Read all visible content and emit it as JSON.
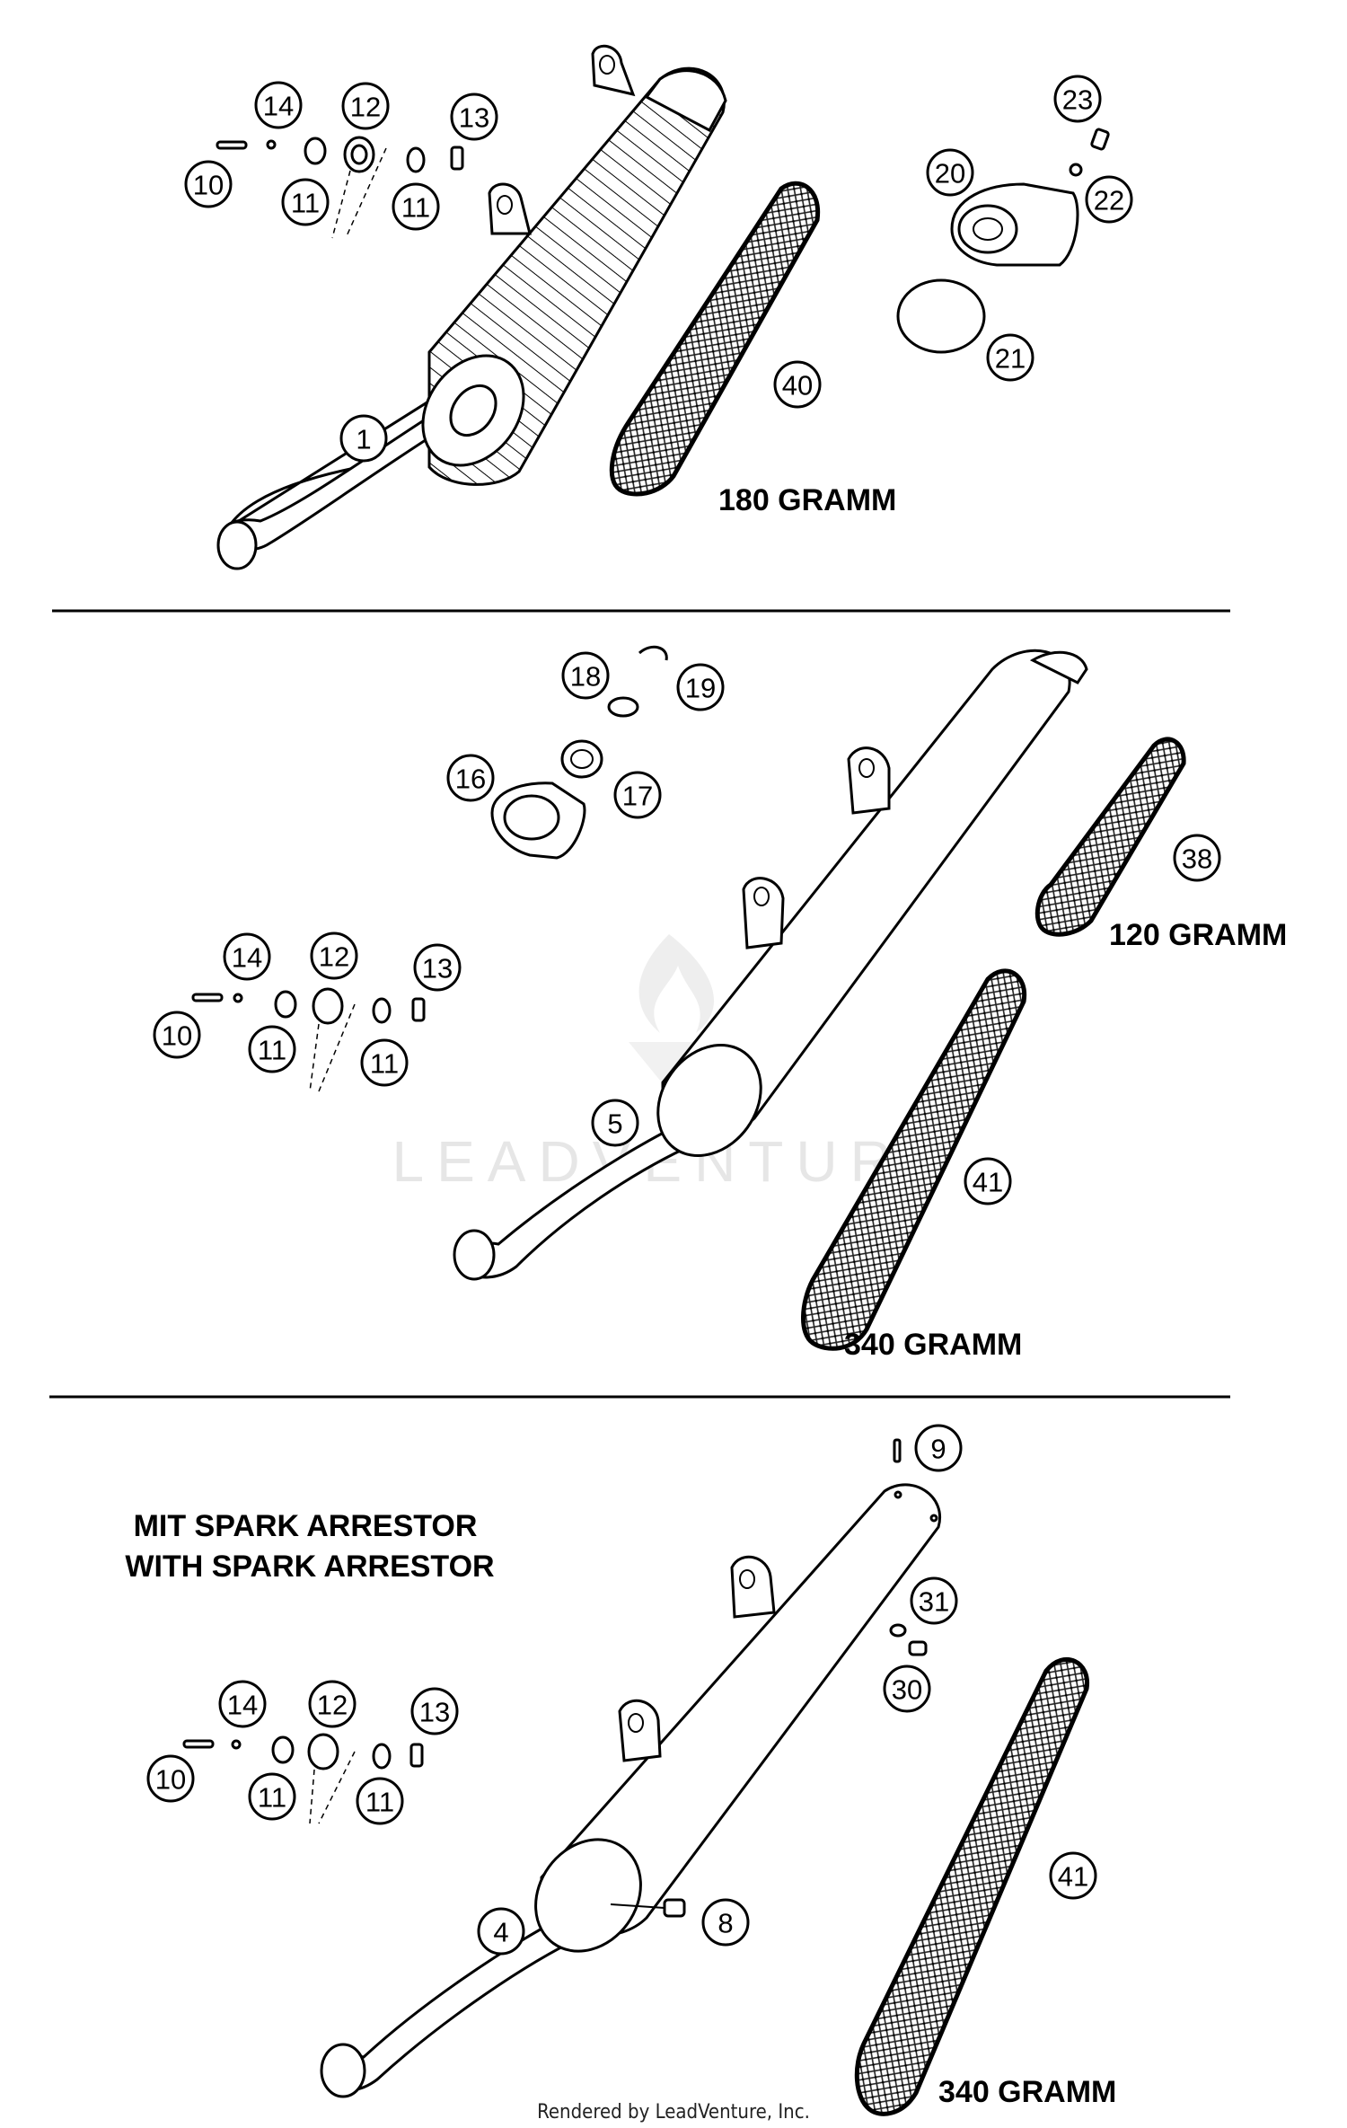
{
  "callouts": [
    "1",
    "4",
    "5",
    "8",
    "9",
    "10",
    "11",
    "12",
    "13",
    "14",
    "16",
    "17",
    "18",
    "19",
    "20",
    "21",
    "22",
    "23",
    "30",
    "31",
    "38",
    "40",
    "41"
  ],
  "weights": {
    "packing_40": "180 GRAMM",
    "packing_38": "120 GRAMM",
    "packing_41_mid": "340 GRAMM",
    "packing_41_bottom": "340 GRAMM"
  },
  "spark_arrestor": {
    "de": "MIT SPARK ARRESTOR",
    "en": "WITH SPARK ARRESTOR"
  },
  "watermark": "LEADVENTURE",
  "footer": "Rendered by LeadVenture, Inc."
}
